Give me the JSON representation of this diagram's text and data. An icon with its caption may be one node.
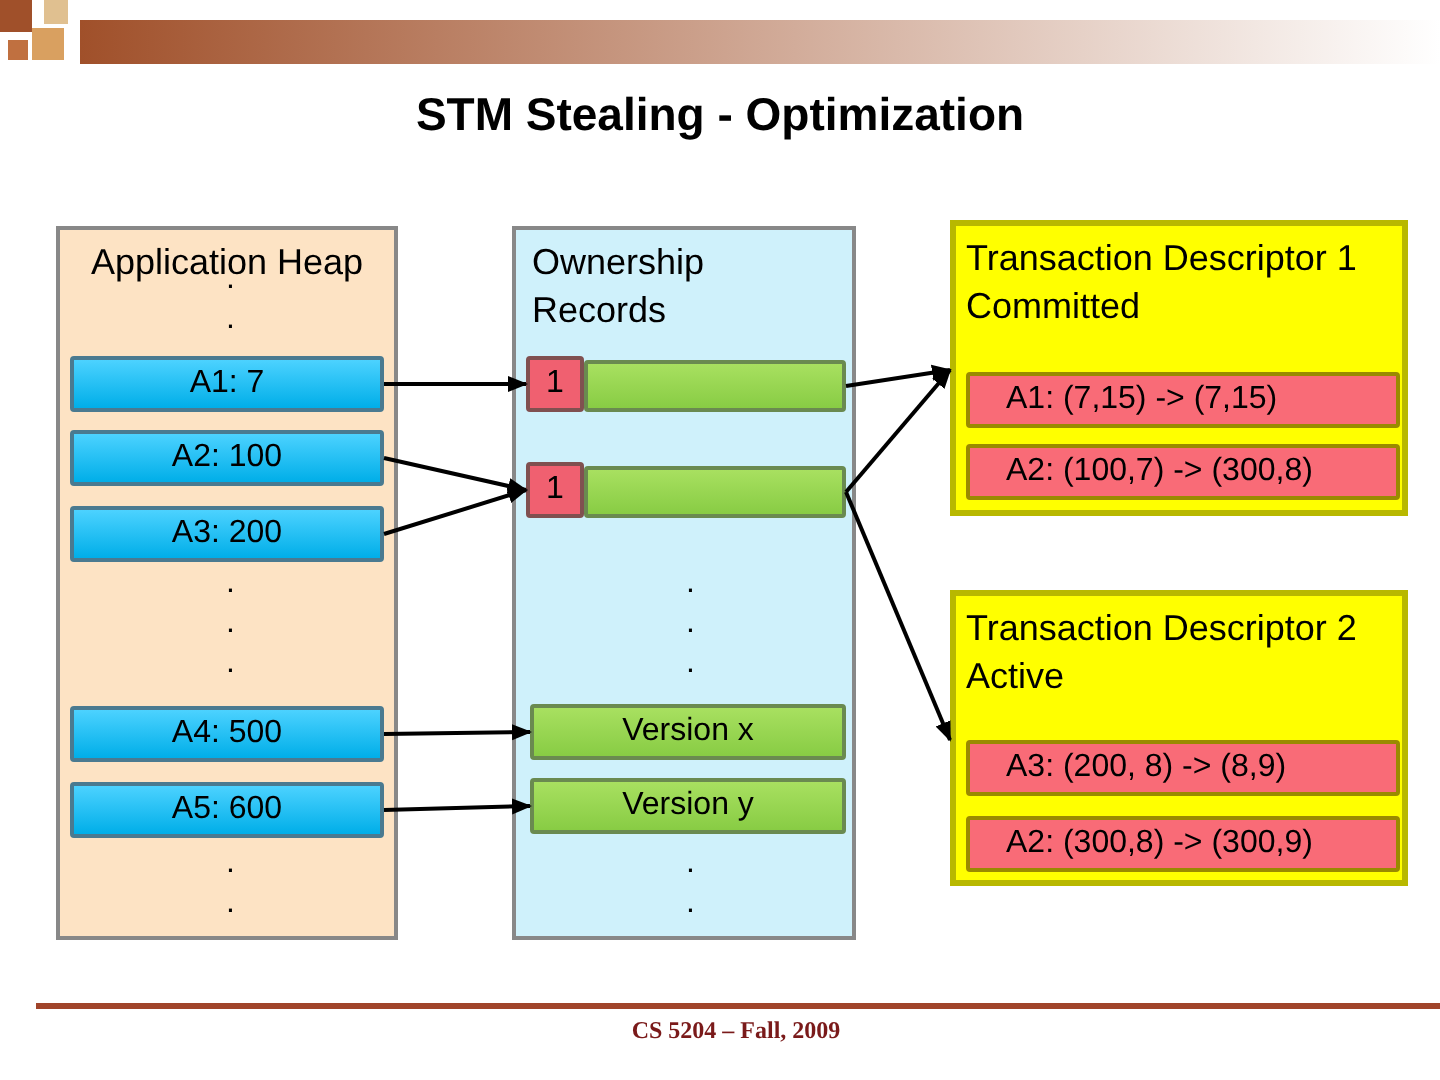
{
  "diagram": {
    "title": "STM Stealing - Optimization",
    "nodes": [
      {
        "text": [
          "Application Heap"
        ]
      },
      {
        "text": [
          "A1: 7"
        ],
        "in": 0
      },
      {
        "text": [
          "A2: 100"
        ],
        "in": 0
      },
      {
        "text": [
          "A3: 200"
        ],
        "in": 0
      },
      {
        "text": [
          "A4: 500"
        ],
        "in": 0
      },
      {
        "text": [
          "A5: 600"
        ],
        "in": 0
      },
      {
        "text": [
          "Ownership Records"
        ]
      },
      {
        "text": [
          "1"
        ],
        "in": 6
      },
      {
        "text": [],
        "shape": "bar",
        "in": 6
      },
      {
        "text": [
          "1"
        ],
        "in": 6
      },
      {
        "text": [],
        "shape": "bar",
        "in": 6
      },
      {
        "text": [
          "Version x"
        ],
        "in": 6
      },
      {
        "text": [
          "Version y"
        ],
        "in": 6
      },
      {
        "text": [
          "Transaction Descriptor 1",
          "Committed"
        ]
      },
      {
        "text": [
          "A1: (7,15) -> (7,15)"
        ],
        "in": 13
      },
      {
        "text": [
          "A2: (100,7) -> (300,8)"
        ],
        "in": 13
      },
      {
        "text": [
          "Transaction Descriptor 2",
          "Active"
        ]
      },
      {
        "text": [
          "A3: (200, 8) -> (8,9)"
        ],
        "in": 16
      },
      {
        "text": [
          "A2: (300,8) -> (300,9)"
        ],
        "in": 16
      }
    ],
    "edges": [
      {
        "from": 1,
        "to": 7,
        "arrow": "to"
      },
      {
        "from": 2,
        "to": 9,
        "arrow": "to"
      },
      {
        "from": 3,
        "to": 9,
        "arrow": "to"
      },
      {
        "from": 8,
        "to": 13,
        "arrow": "to"
      },
      {
        "from": 10,
        "to": 13,
        "arrow": "to"
      },
      {
        "from": 10,
        "to": 16,
        "arrow": "to"
      },
      {
        "from": 4,
        "to": 11,
        "arrow": "to"
      },
      {
        "from": 5,
        "to": 12,
        "arrow": "to"
      }
    ],
    "labels": [
      ".",
      ".",
      ".",
      ".",
      ".",
      ".",
      ".",
      ".",
      ".",
      ".",
      ".",
      ".",
      "CS 5204 – Fall, 2009"
    ]
  }
}
